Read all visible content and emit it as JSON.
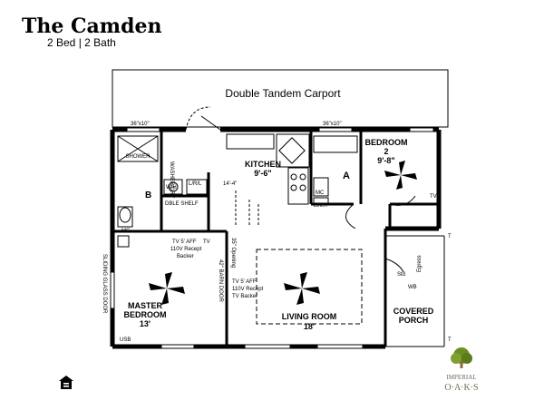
{
  "header": {
    "title": "The Camden",
    "subtitle": "2 Bed | 2 Bath"
  },
  "plan": {
    "carport": "Double Tandem Carport",
    "kitchen": {
      "name": "KITCHEN",
      "size": "9'-6\""
    },
    "bedroom2": {
      "name": "BEDROOM",
      "num": "2",
      "size": "9'-8\""
    },
    "master": {
      "name": "MASTER",
      "name2": "BEDROOM",
      "size": "13'"
    },
    "living": {
      "name": "LIVING ROOM",
      "size": "18'"
    },
    "porch": {
      "name": "COVERED",
      "name2": "PORCH"
    },
    "bath_b": "B",
    "bath_a": "A",
    "shower": "SHOWER",
    "washer_dryer": "WASHER/DRY",
    "wh": "W/H",
    "lr_lf": "L/R/L",
    "dble_shelf": "DBLE SHELF",
    "mc": "MC",
    "linen": "Linen",
    "window_left": "36\"x10\"",
    "window_right": "36\"x10\"",
    "tv_master": {
      "l1": "TV 5' AFF",
      "l2": "110V Recept",
      "l3": "Backer"
    },
    "tv_living": {
      "l1": "TV 5' AFF",
      "l2": "110V Recept",
      "l3": "TV Backer"
    },
    "tv": "TV",
    "barn_door": "42\" BARN DOOR",
    "opening": "35\" Opening",
    "sliding_door": "SLIDING GLASS DOOR",
    "usb": "USB",
    "egress": "Egress",
    "std": "Std",
    "wb": "WB",
    "dim1": "14'-4\"",
    "dim2": "T"
  },
  "logo": {
    "name1": "IMPERIAL",
    "name2": "O·A·K·S"
  },
  "colors": {
    "line": "#000000",
    "logo_green": "#6b8e23",
    "logo_brown": "#8a6d3b"
  }
}
